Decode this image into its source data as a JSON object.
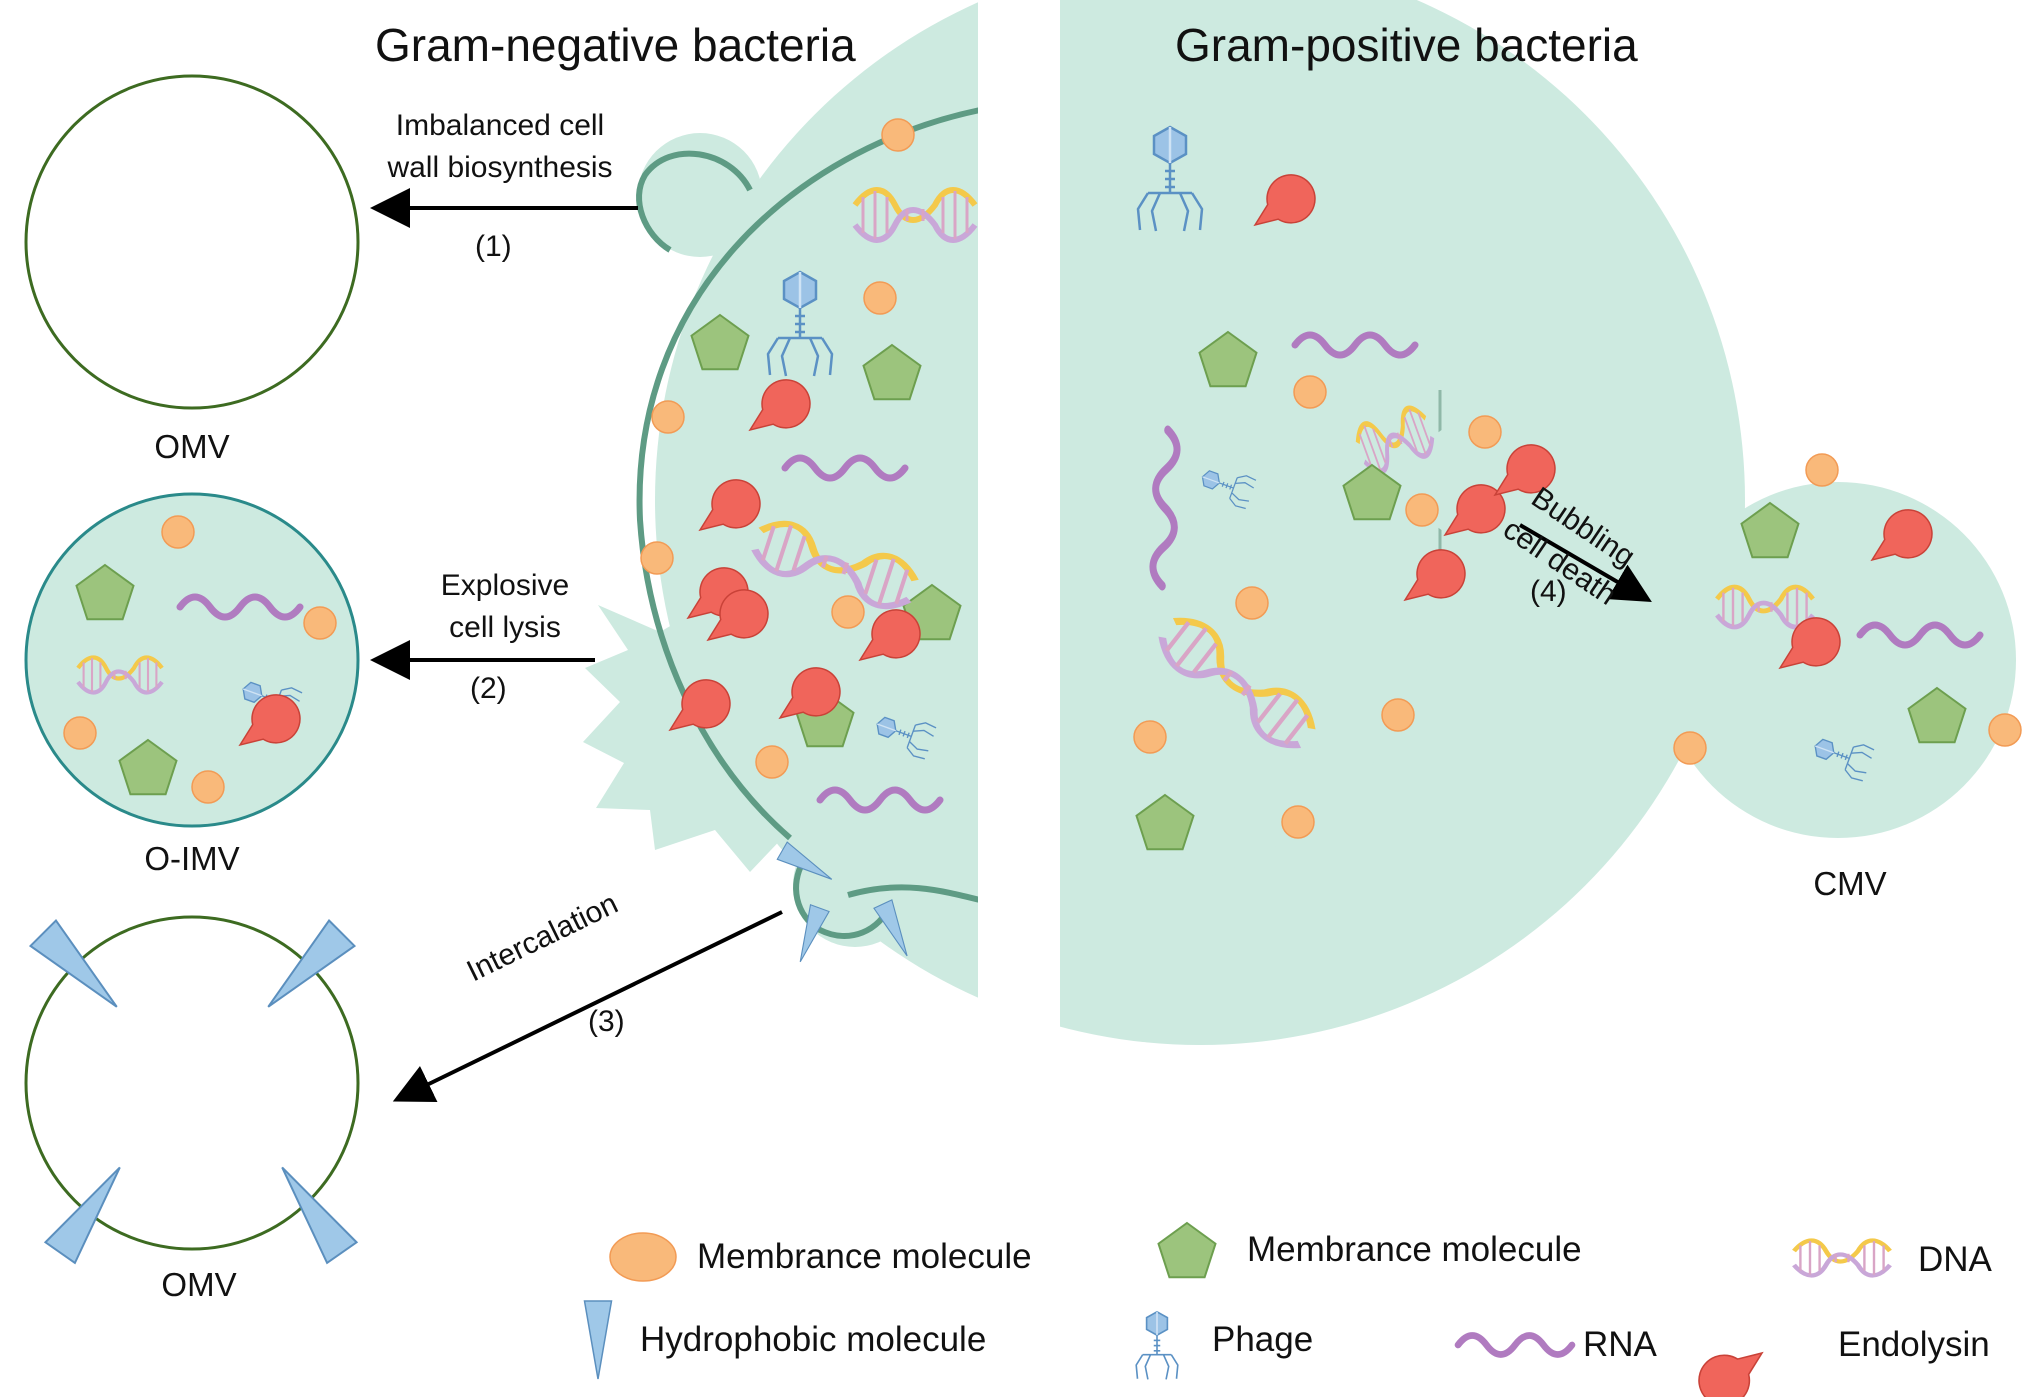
{
  "titles": {
    "gram_negative": "Gram-negative bacteria",
    "gram_positive": "Gram-positive bacteria"
  },
  "vesicles": {
    "omv_top": "OMV",
    "oimv": "O-IMV",
    "omv_bottom": "OMV",
    "cmv": "CMV"
  },
  "processes": {
    "p1_line1": "Imbalanced cell",
    "p1_line2": "wall biosynthesis",
    "p1_step": "(1)",
    "p2_line1": "Explosive",
    "p2_line2": "cell lysis",
    "p2_step": "(2)",
    "p3_label": "Intercalation",
    "p3_step": "(3)",
    "p4_line1": "Bubbling",
    "p4_line2": "cell death",
    "p4_step": "(4)"
  },
  "legend": {
    "membrane_molecule_circle": "Membrance molecule",
    "membrane_molecule_pentagon": "Membrance molecule",
    "dna": "DNA",
    "hydrophobic_molecule": "Hydrophobic molecule",
    "phage": "Phage",
    "rna": "RNA",
    "endolysin": "Endolysin"
  },
  "colors": {
    "cytoplasm": "#cdeae0",
    "gram_negative_membrane": "#5e9b84",
    "omv_outline": "#3d6b21",
    "oimv_outline": "#2a8a8a",
    "membrane_molecule": "#f9b97a",
    "protein": "#9cc47d",
    "rna": "#b07bc0",
    "endolysin": "#f0655b",
    "hydrophobic": "#9fc8e8",
    "phage": "#7fb0da"
  }
}
